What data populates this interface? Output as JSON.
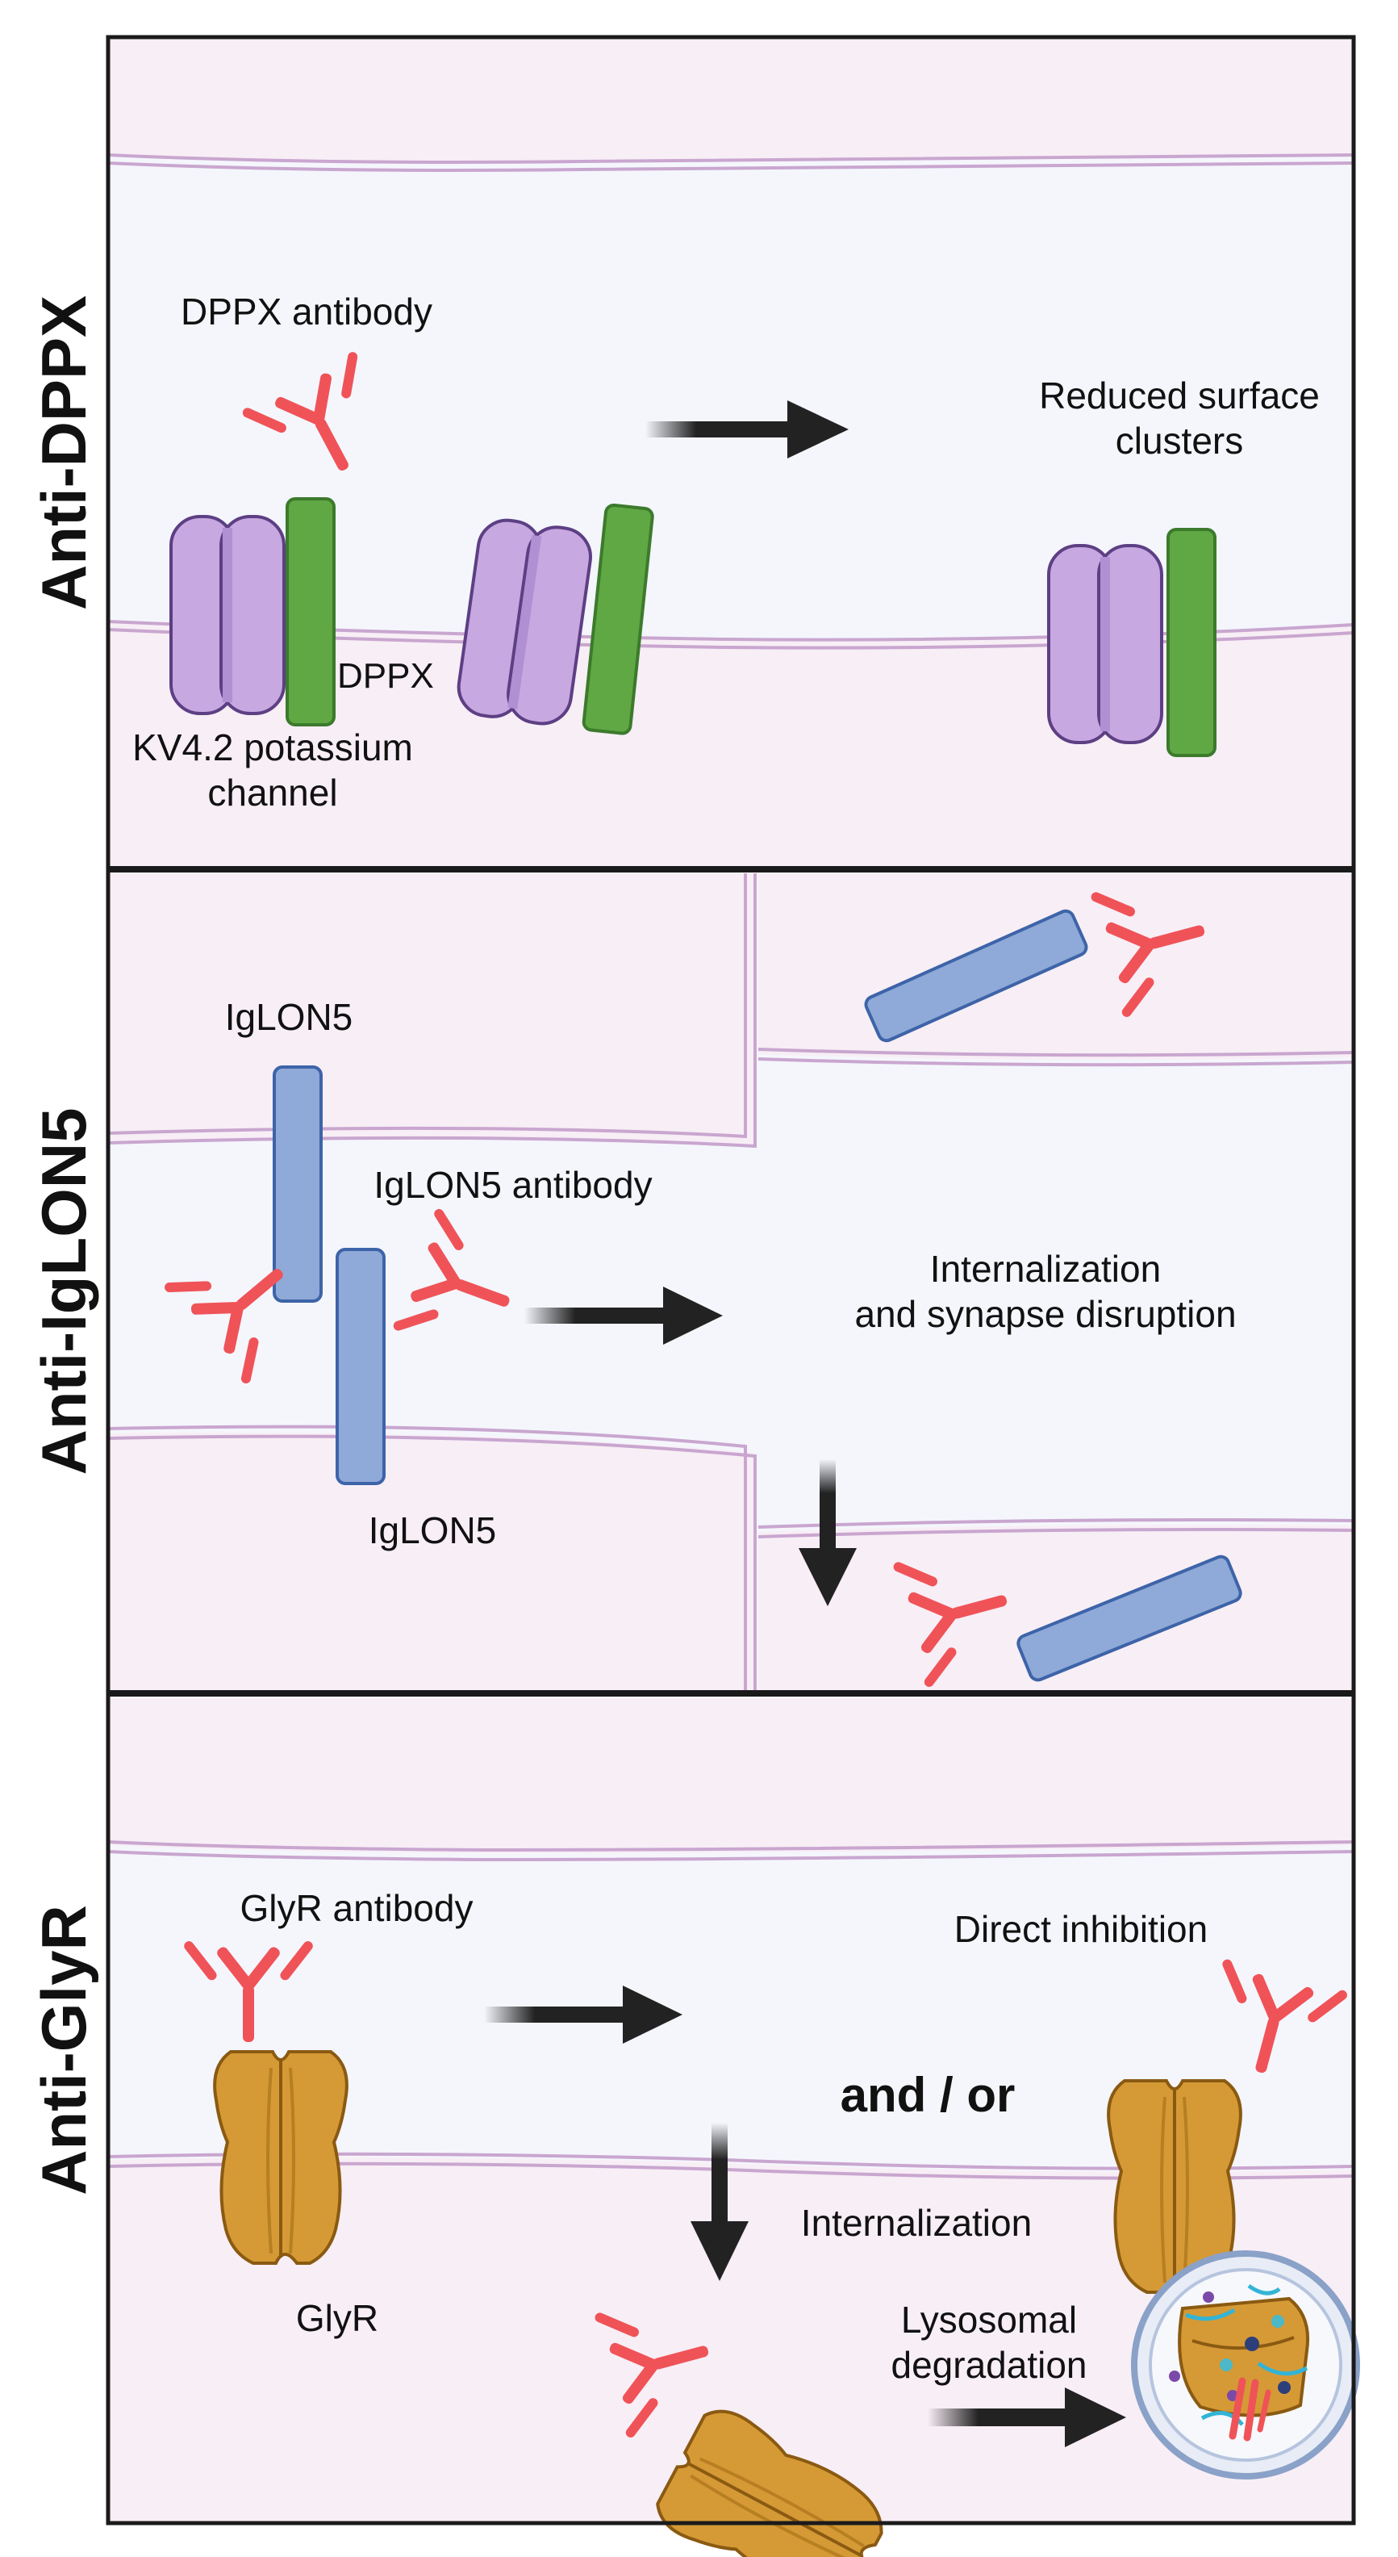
{
  "panels": [
    {
      "side_label": "Anti-DPPX",
      "labels": {
        "antibody": "DPPX antibody",
        "dppx": "DPPX",
        "channel_line1": "KV4.2 potassium",
        "channel_line2": "channel",
        "result_line1": "Reduced surface",
        "result_line2": "clusters"
      }
    },
    {
      "side_label": "Anti-IgLON5",
      "labels": {
        "iglon5_top": "IgLON5",
        "antibody": "IgLON5 antibody",
        "iglon5_bottom": "IgLON5",
        "result_line1": "Internalization",
        "result_line2": "and synapse disruption"
      }
    },
    {
      "side_label": "Anti-GlyR",
      "labels": {
        "antibody": "GlyR antibody",
        "receptor": "GlyR",
        "direct": "Direct inhibition",
        "andor": "and / or",
        "internalization": "Internalization",
        "lyso_line1": "Lysosomal",
        "lyso_line2": "degradation"
      }
    }
  ],
  "colors": {
    "membrane": "#c9a6cf",
    "cell_fill": "#f8eef6",
    "gap_fill": "#f4f6fc",
    "kv_channel": "#c7a8e0",
    "dppx": "#5fa844",
    "iglon5": "#8fa9d8",
    "antibody": "#ef5358",
    "glyr": "#d59a35",
    "arrow": "#222222"
  }
}
